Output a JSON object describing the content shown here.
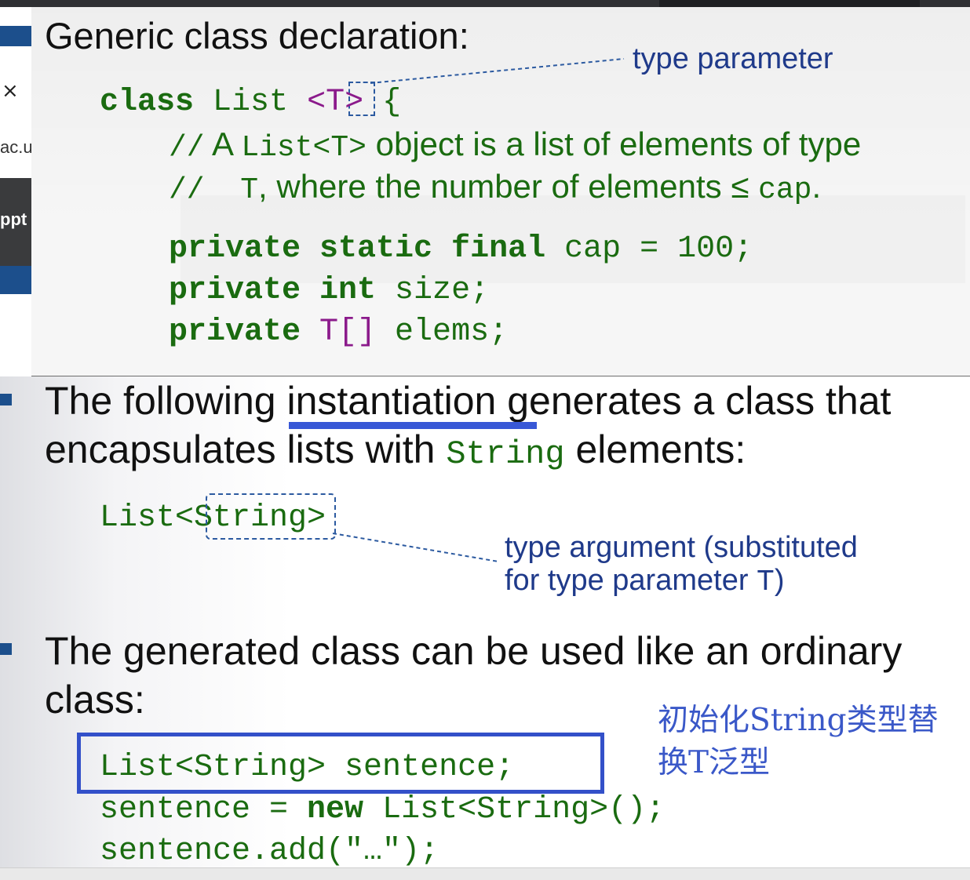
{
  "background": {
    "left_fragments": {
      "close_glyph": "×",
      "url_fragment": "ac.u",
      "file_fragment": "ppt"
    }
  },
  "slide": {
    "heading": "Generic class declaration:",
    "class_code": {
      "line1": {
        "kw": "class",
        "name": " List ",
        "type_param": "<T>",
        "brace": " {"
      },
      "comment1": {
        "slashes": "//",
        "pre": " A ",
        "code": "List<T>",
        "post": " object is a list of elements of type"
      },
      "comment2": {
        "slashes": "//",
        "pre": "  ",
        "code": "T",
        "post": ", where the number of elements ≤ ",
        "code2": "cap",
        "end": "."
      },
      "line_cap": {
        "kw": "private static final",
        "rest": " cap = 100;"
      },
      "line_size": {
        "kw": "private int",
        "rest": " size;"
      },
      "line_elems": {
        "kw": "private",
        "type": " T[]",
        "rest": " elems;"
      }
    },
    "type_parameter_label": "type parameter",
    "bullet1": {
      "line1": "The following instantiation generates a class that",
      "line2_pre": "encapsulates lists with ",
      "line2_code": "String",
      "line2_post": " elements:"
    },
    "instantiation_code": "List<String>",
    "type_argument_label": {
      "line1": "type argument (substituted",
      "line2_pre": "for type parameter ",
      "line2_code": "T",
      "line2_post": ")"
    },
    "bullet2": {
      "line1": "The generated class can be used like an ordinary",
      "line2": "class:"
    },
    "usage_code": {
      "line1": "List<String> sentence;",
      "line2_pre": "sentence = ",
      "line2_kw": "new",
      "line2_post": " List<String>();",
      "line3": "sentence.add(\"…\");"
    },
    "handwritten_note": "初始化String类型替换T泛型"
  },
  "colors": {
    "code_green": "#1a6b10",
    "type_param_magenta": "#8b1a8b",
    "annotation_blue": "#1f3a8a",
    "highlight_blue": "#3350c9",
    "bullet_blue": "#1c4f8c"
  }
}
